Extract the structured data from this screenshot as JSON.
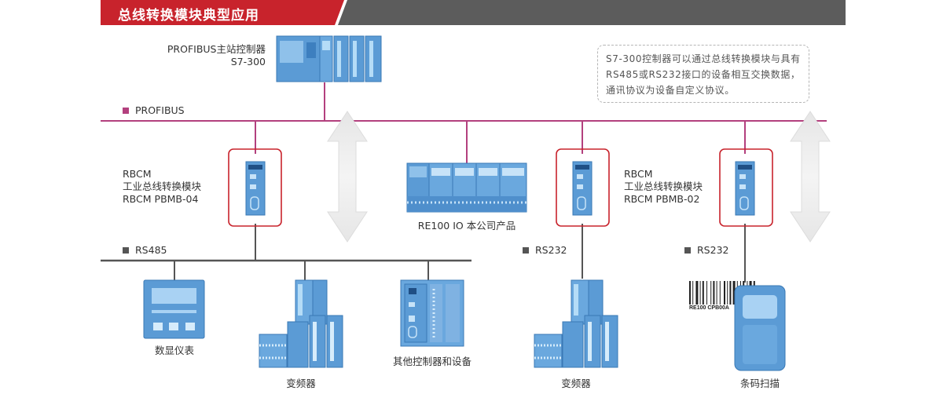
{
  "header": {
    "title": "总线转换模块典型应用",
    "colors": {
      "red": "#c8232c",
      "dark": "#5c5c5c"
    }
  },
  "master": {
    "line1": "PROFIBUS主站控制器",
    "line2": "S7-300"
  },
  "note": {
    "text": "S7-300控制器可以通过总线转换模块与具有RS485或RS232接口的设备相互交换数据，通讯协议为设备自定义协议。"
  },
  "buses": {
    "profibus": {
      "label": "PROFIBUS",
      "color": "#b3407e"
    },
    "rs485": {
      "label": "RS485",
      "color": "#555555"
    },
    "rs232_a": {
      "label": "RS232",
      "color": "#555555"
    },
    "rs232_b": {
      "label": "RS232",
      "color": "#555555"
    }
  },
  "modules": {
    "left": {
      "line1": "RBCM",
      "line2": "工业总线转换模块",
      "line3": "RBCM PBMB-04"
    },
    "right": {
      "line1": "RBCM",
      "line2": "工业总线转换模块",
      "line3": "RBCM PBMB-02"
    }
  },
  "re100": {
    "label": "RE100 IO  本公司产品"
  },
  "devices": {
    "display": "数显仪表",
    "vfd1": "变频器",
    "other": "其他控制器和设备",
    "vfd2": "变频器",
    "scanner": "条码扫描"
  },
  "barcode": {
    "text": "RE100 CPB00A"
  },
  "colors": {
    "device_blue": "#5b9bd5",
    "device_light": "#9cc8ee",
    "highlight_red": "#c8232c"
  }
}
